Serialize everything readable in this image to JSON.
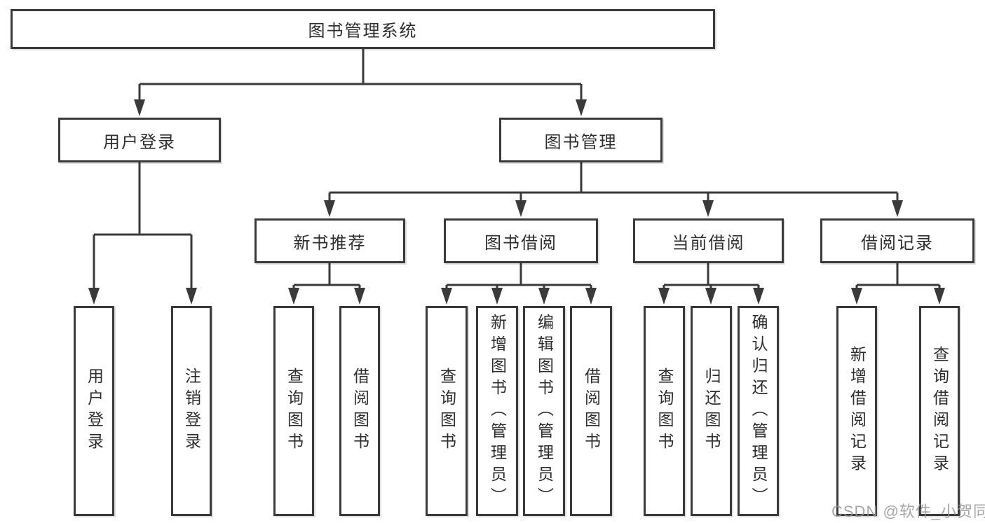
{
  "tree": {
    "root": {
      "label": "图书管理系统"
    },
    "children": [
      {
        "label": "用户登录",
        "children": [
          {
            "label": "用户登录"
          },
          {
            "label": "注销登录"
          }
        ]
      },
      {
        "label": "图书管理",
        "children": [
          {
            "label": "新书推荐",
            "children": [
              {
                "label": "查询图书"
              },
              {
                "label": "借阅图书"
              }
            ]
          },
          {
            "label": "图书借阅",
            "children": [
              {
                "label": "查询图书"
              },
              {
                "label": "新增图书（管理员）"
              },
              {
                "label": "编辑图书（管理员）"
              },
              {
                "label": "借阅图书"
              }
            ]
          },
          {
            "label": "当前借阅",
            "children": [
              {
                "label": "查询图书"
              },
              {
                "label": "归还图书"
              },
              {
                "label": "确认归还（管理员）"
              }
            ]
          },
          {
            "label": "借阅记录",
            "children": [
              {
                "label": "新增借阅记录"
              },
              {
                "label": "查询借阅记录"
              }
            ]
          }
        ]
      }
    ]
  },
  "watermark": "CSDN @软件_小贺同学",
  "colors": {
    "line": "#3a3a3a",
    "box_border": "#3a3a3a",
    "text": "#2e2e2e",
    "watermark": "#969696",
    "background": "#ffffff"
  }
}
